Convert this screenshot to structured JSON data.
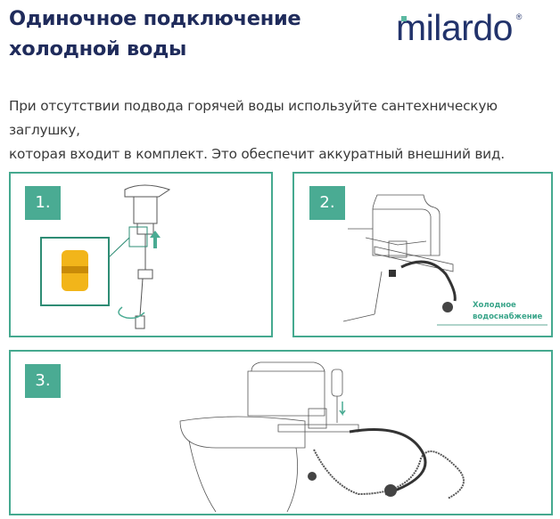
{
  "header": {
    "title_line1": "Одиночное подключение",
    "title_line2": "холодной воды",
    "logo": "milardo"
  },
  "intro": {
    "line1": "При отсутствии подвода горячей воды используйте сантехническую заглушку,",
    "line2": "которая входит в комплект. Это обеспечит аккуратный внешний вид."
  },
  "steps": [
    {
      "number": "1."
    },
    {
      "number": "2.",
      "label_line1": "Холодное",
      "label_line2": "водоснабжение"
    },
    {
      "number": "3."
    }
  ],
  "colors": {
    "title": "#1f2b5b",
    "accent": "#4aab93",
    "plug": "#f2b51a"
  }
}
